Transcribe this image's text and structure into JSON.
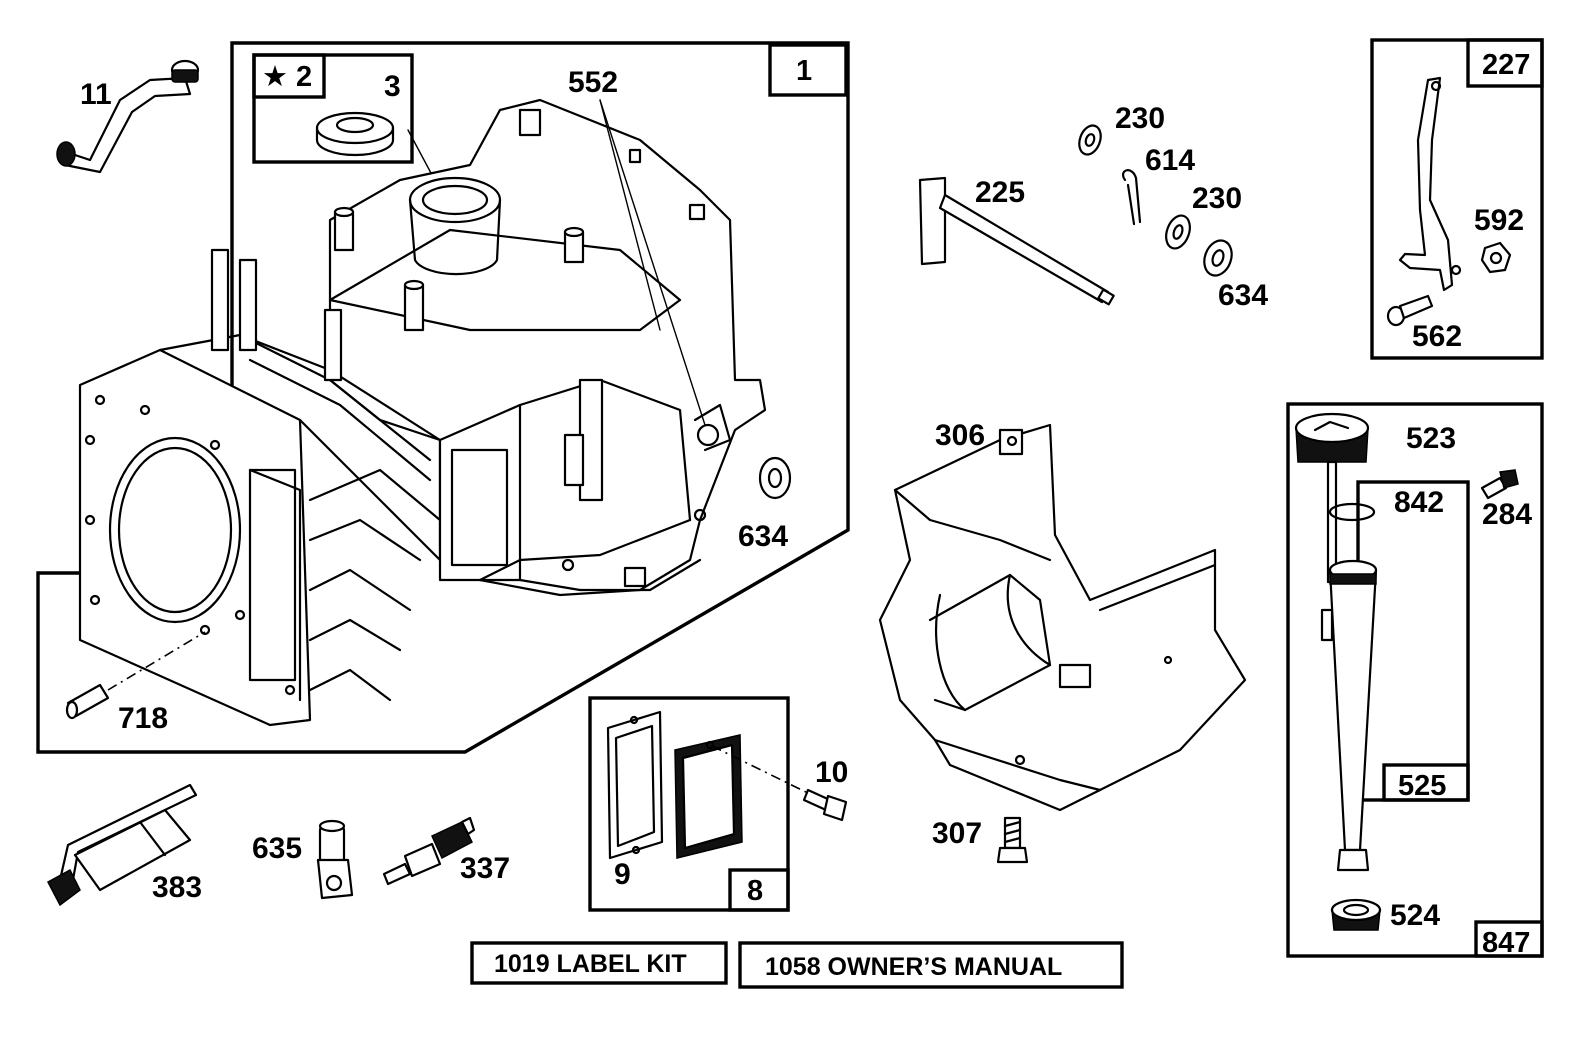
{
  "labels": {
    "p1": "1",
    "p2": "★ 2",
    "p3": "3",
    "p8": "8",
    "p9": "9",
    "p10": "10",
    "p11": "11",
    "p225": "225",
    "p227": "227",
    "p230a": "230",
    "p230b": "230",
    "p284": "284",
    "p306": "306",
    "p307": "307",
    "p337": "337",
    "p383": "383",
    "p523": "523",
    "p524": "524",
    "p525": "525",
    "p552": "552",
    "p562": "562",
    "p592": "592",
    "p614": "614",
    "p634a": "634",
    "p634b": "634",
    "p635": "635",
    "p718": "718",
    "p842": "842",
    "p847": "847"
  },
  "kits": {
    "label_kit": "1019 LABEL KIT",
    "owners_manual": "1058 OWNER’S MANUAL"
  }
}
